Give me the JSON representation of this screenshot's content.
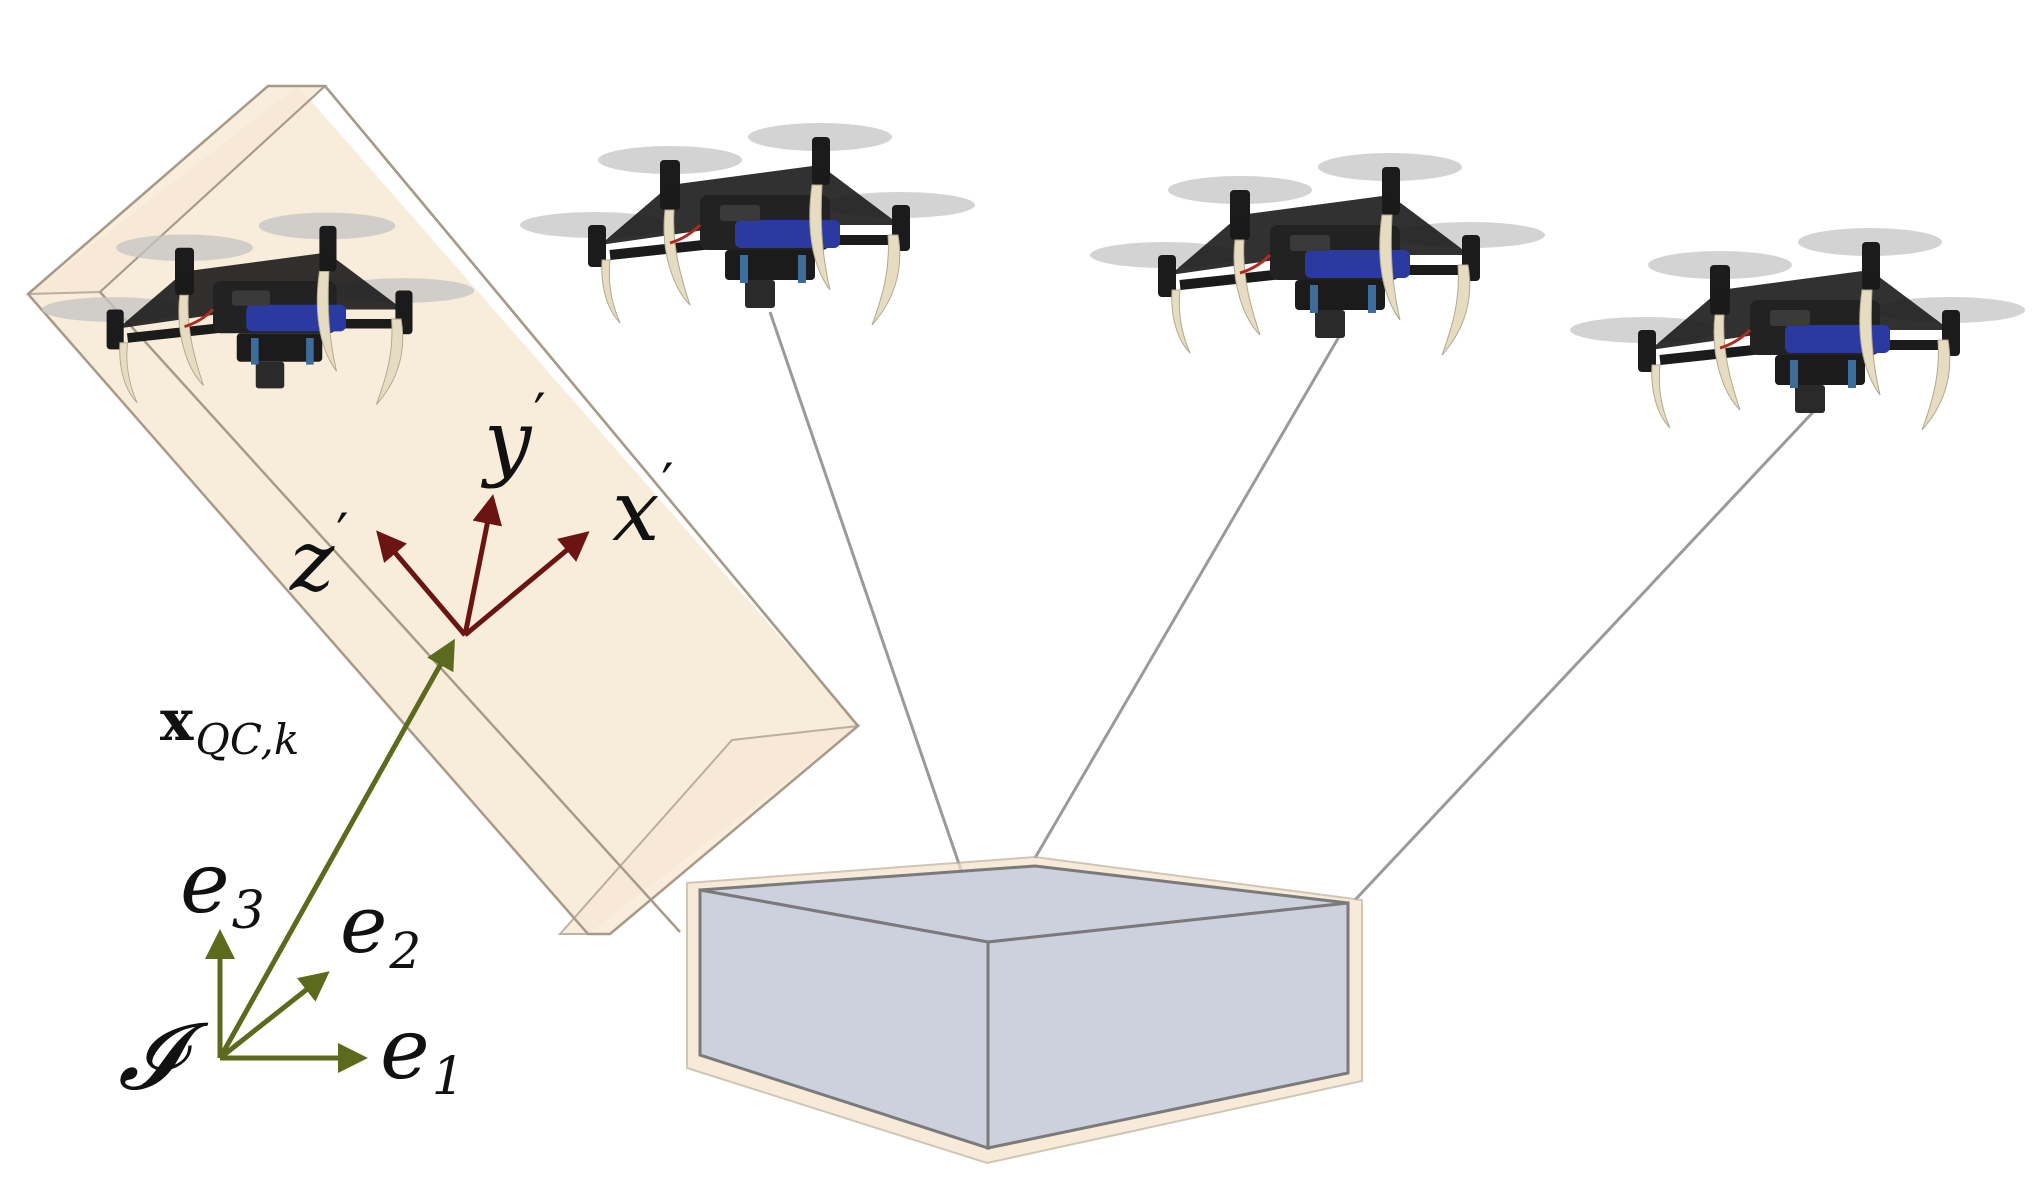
{
  "labels": {
    "y_prime": "y",
    "x_prime": "x",
    "z_prime": "z",
    "prime_mark": "′",
    "x_bold": "x",
    "x_subscript": "QC,k",
    "e3_base": "e",
    "e3_sub": "3",
    "e2_base": "e",
    "e2_sub": "2",
    "e1_base": "e",
    "e1_sub": "1",
    "inertial": "𝓘"
  },
  "colors": {
    "body_frame_arrow": "#6b1512",
    "inertial_arrow": "#5b6a1c",
    "cable": "#9a9a9a",
    "payload_fill": "#cdd0dd",
    "payload_outline": "#7a7a7a",
    "safety_box_fill": "#f5e2c8",
    "safety_box_edge": "#a89a88",
    "drone_frame": "#1b1b1b",
    "drone_blue": "#2a3aa0",
    "propeller": "#c4c4c4",
    "leg": "#e6dcc2"
  },
  "icons": {
    "drone": "quadcopter-icon"
  }
}
